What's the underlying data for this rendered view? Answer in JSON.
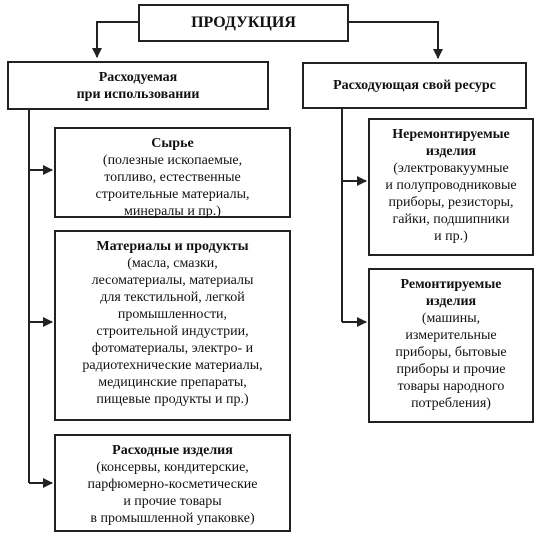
{
  "root": {
    "title": "ПРОДУКЦИЯ"
  },
  "left": {
    "title": [
      "Расходуемая",
      "при использовании"
    ],
    "items": [
      {
        "title": [
          "Сырье"
        ],
        "desc": [
          "(полезные ископаемые,",
          "топливо, естественные",
          "строительные материалы,",
          "минералы и пр.)"
        ]
      },
      {
        "title": [
          "Материалы и продукты"
        ],
        "desc": [
          "(масла, смазки,",
          "лесоматериалы, материалы",
          "для текстильной, легкой",
          "промышленности,",
          "строительной индустрии,",
          "фотоматериалы, электро- и",
          "радиотехнические материалы,",
          "медицинские препараты,",
          "пищевые продукты и пр.)"
        ]
      },
      {
        "title": [
          "Расходные изделия"
        ],
        "desc": [
          "(консервы, кондитерские,",
          "парфюмерно-косметические",
          "и прочие товары",
          "в промышленной упаковке)"
        ]
      }
    ]
  },
  "right": {
    "title": [
      "Расходующая свой ресурс"
    ],
    "items": [
      {
        "title": [
          "Неремонтируемые",
          "изделия"
        ],
        "desc": [
          "(электровакуумные",
          "и полупроводниковые",
          "приборы, резисторы,",
          "гайки, подшипники",
          "и пр.)"
        ]
      },
      {
        "title": [
          "Ремонтируемые",
          "изделия"
        ],
        "desc": [
          "(машины,",
          "измерительные",
          "приборы, бытовые",
          "приборы и прочие",
          "товары народного",
          "потребления)"
        ]
      }
    ]
  }
}
